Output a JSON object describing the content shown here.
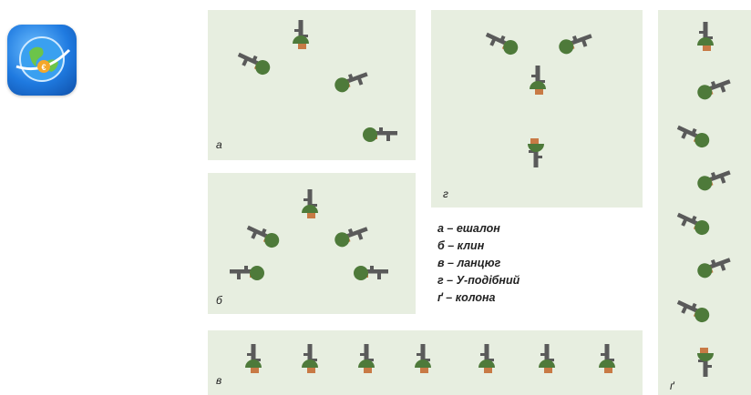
{
  "panels": {
    "a": {
      "label": "а"
    },
    "b": {
      "label": "б"
    },
    "v": {
      "label": "в"
    },
    "g": {
      "label": "г"
    },
    "gg": {
      "label": "ґ"
    }
  },
  "legend": {
    "items": [
      "а – ешалон",
      "б – клин",
      "в – ланцюг",
      "г – У-подібний",
      "ґ – колона"
    ]
  },
  "colors": {
    "panel_bg": "#e7eee0",
    "helmet": "#4e7a3a",
    "rifle": "#5a5a5a",
    "body": "#c87a45"
  },
  "icons": {
    "app": "globe-app-icon",
    "figure": "soldier-with-rifle-icon"
  }
}
